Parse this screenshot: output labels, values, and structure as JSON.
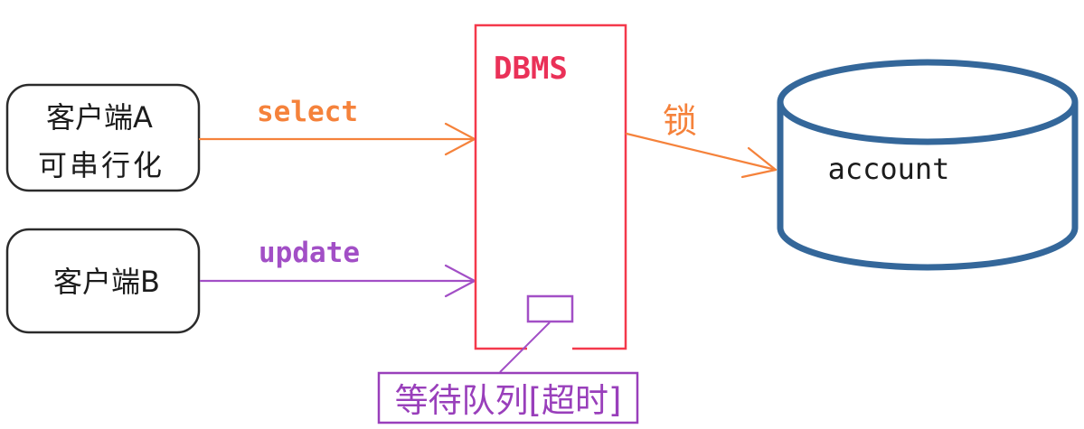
{
  "diagram": {
    "background": "#ffffff",
    "colors": {
      "client_border": "#2b2b2b",
      "text_black": "#1c1c1c",
      "dbms_border": "#f4394b",
      "dbms_text": "#ea3158",
      "orange": "#f5823b",
      "purple": "#a24fc6",
      "queue_purple": "#993fbb",
      "db_blue": "#34679a"
    },
    "nodes": {
      "client_a": {
        "label_line1": "客户端A",
        "label_line2": "可串行化"
      },
      "client_b": {
        "label": "客户端B"
      },
      "dbms": {
        "label": "DBMS"
      },
      "account_db": {
        "label": "account"
      },
      "wait_queue": {
        "label": "等待队列[超时]"
      }
    },
    "edges": {
      "select": {
        "label": "select"
      },
      "update": {
        "label": "update"
      },
      "lock": {
        "label": "锁"
      }
    }
  }
}
